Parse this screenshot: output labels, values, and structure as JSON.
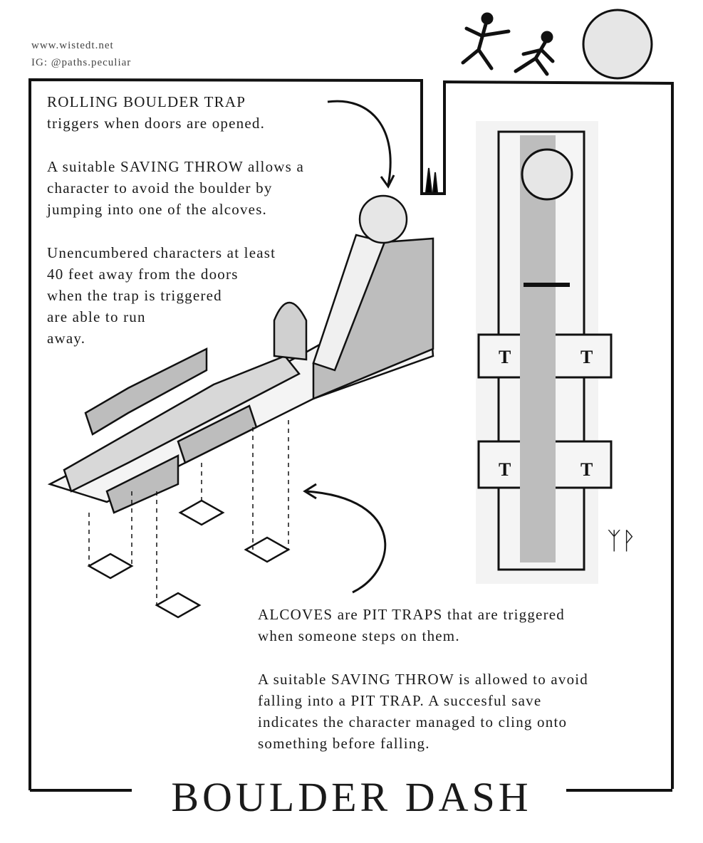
{
  "credits": {
    "website": "www.wistedt.net",
    "instagram": "IG: @paths.peculiar"
  },
  "boulder_note": {
    "lines": [
      "ROLLING BOULDER TRAP",
      "triggers when doors are opened.",
      "A suitable SAVING THROW allows a",
      "character to avoid the boulder by",
      "jumping into one of the alcoves.",
      "Unencumbered characters at least",
      "40 feet away from the doors",
      "when the trap is triggered",
      "are able to run",
      "away."
    ]
  },
  "pit_note": {
    "lines": [
      "ALCOVES are PIT TRAPS that are triggered",
      "when someone steps on them.",
      "A suitable SAVING THROW is allowed to avoid",
      "falling into a PIT TRAP. A succesful save",
      "indicates the character managed to cling onto",
      "something before falling."
    ]
  },
  "map": {
    "trap_markers": [
      "T",
      "T",
      "T",
      "T"
    ]
  },
  "signature": "ᛉᚹ",
  "title": "BOULDER DASH"
}
